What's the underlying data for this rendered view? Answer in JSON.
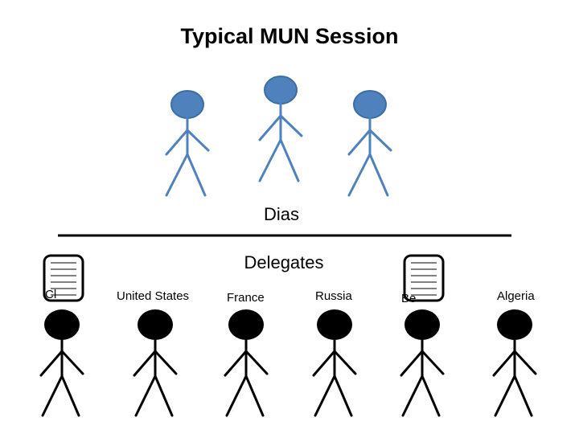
{
  "diagram": {
    "title": "Typical MUN Session",
    "dias_label": "Dias",
    "delegates_label": "Delegates",
    "colors": {
      "chair_head": "#4f81bd",
      "chair_outline": "#3a6ea5",
      "chair_body": "#4f81bd",
      "delegate": "#000000",
      "note": "#000000"
    },
    "dias_members": [
      {
        "icon": "chair-stick-figure-icon"
      },
      {
        "icon": "chair-stick-figure-icon"
      },
      {
        "icon": "chair-stick-figure-icon"
      }
    ],
    "delegates": [
      {
        "country": "Cl",
        "icon": "delegate-stick-figure-icon",
        "holds_note": true
      },
      {
        "country": "United States",
        "icon": "delegate-stick-figure-icon",
        "holds_note": false
      },
      {
        "country": "France",
        "icon": "delegate-stick-figure-icon",
        "holds_note": false
      },
      {
        "country": "Russia",
        "icon": "delegate-stick-figure-icon",
        "holds_note": false
      },
      {
        "country": "Be",
        "icon": "delegate-stick-figure-icon",
        "holds_note": true
      },
      {
        "country": "Algeria",
        "icon": "delegate-stick-figure-icon",
        "holds_note": false
      }
    ]
  }
}
